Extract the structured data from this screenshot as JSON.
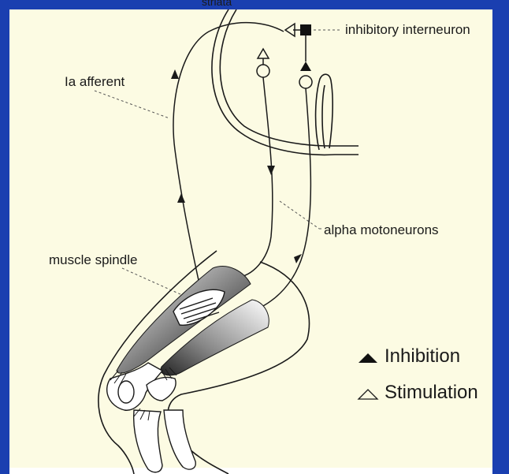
{
  "labels": {
    "top_partial": "striata",
    "inhibitory_interneuron": "inhibitory interneuron",
    "ia_afferent": "Ia afferent",
    "alpha_motoneurons": "alpha motoneurons",
    "muscle_spindle": "muscle spindle"
  },
  "legend": {
    "inhibition": "Inhibition",
    "stimulation": "Stimulation"
  },
  "colors": {
    "frame_blue": "#1a3fb0",
    "panel_bg": "#fcfbe3",
    "ink": "#1a1a1a"
  }
}
